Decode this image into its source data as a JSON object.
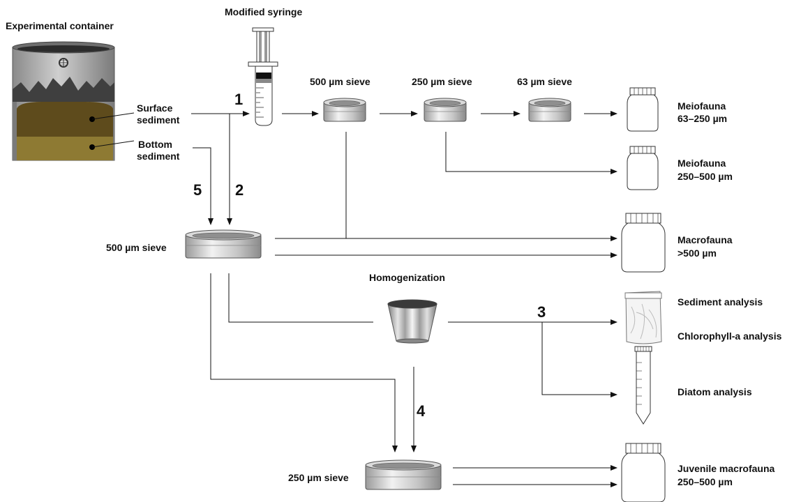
{
  "labels": {
    "container_title": "Experimental container",
    "syringe_title": "Modified syringe",
    "surface_sediment": [
      "Surface",
      "sediment"
    ],
    "bottom_sediment": [
      "Bottom",
      "sediment"
    ],
    "sieve_500_top": "500 µm sieve",
    "sieve_250_top": "250 µm sieve",
    "sieve_63_top": "63 µm sieve",
    "sieve_500_mid": "500 µm sieve",
    "sieve_250_bottom": "250 µm sieve",
    "homogenization": "Homogenization",
    "meiofauna_63": [
      "Meiofauna",
      "63–250 µm"
    ],
    "meiofauna_250": [
      "Meiofauna",
      "250–500 µm"
    ],
    "macrofauna": [
      "Macrofauna",
      ">500 µm"
    ],
    "sediment_analysis": "Sediment analysis",
    "chlorophyll_analysis": "Chlorophyll-a analysis",
    "diatom_analysis": "Diatom analysis",
    "juvenile_macrofauna": [
      "Juvenile macrofauna",
      "250–500 µm"
    ]
  },
  "steps": [
    "1",
    "2",
    "3",
    "4",
    "5"
  ],
  "colors": {
    "surface_sediment": "#5e4b1c",
    "bottom_sediment": "#8e7a33",
    "container_metal": "#a8a8a8",
    "sieve_metal": "#c8c8c8"
  }
}
